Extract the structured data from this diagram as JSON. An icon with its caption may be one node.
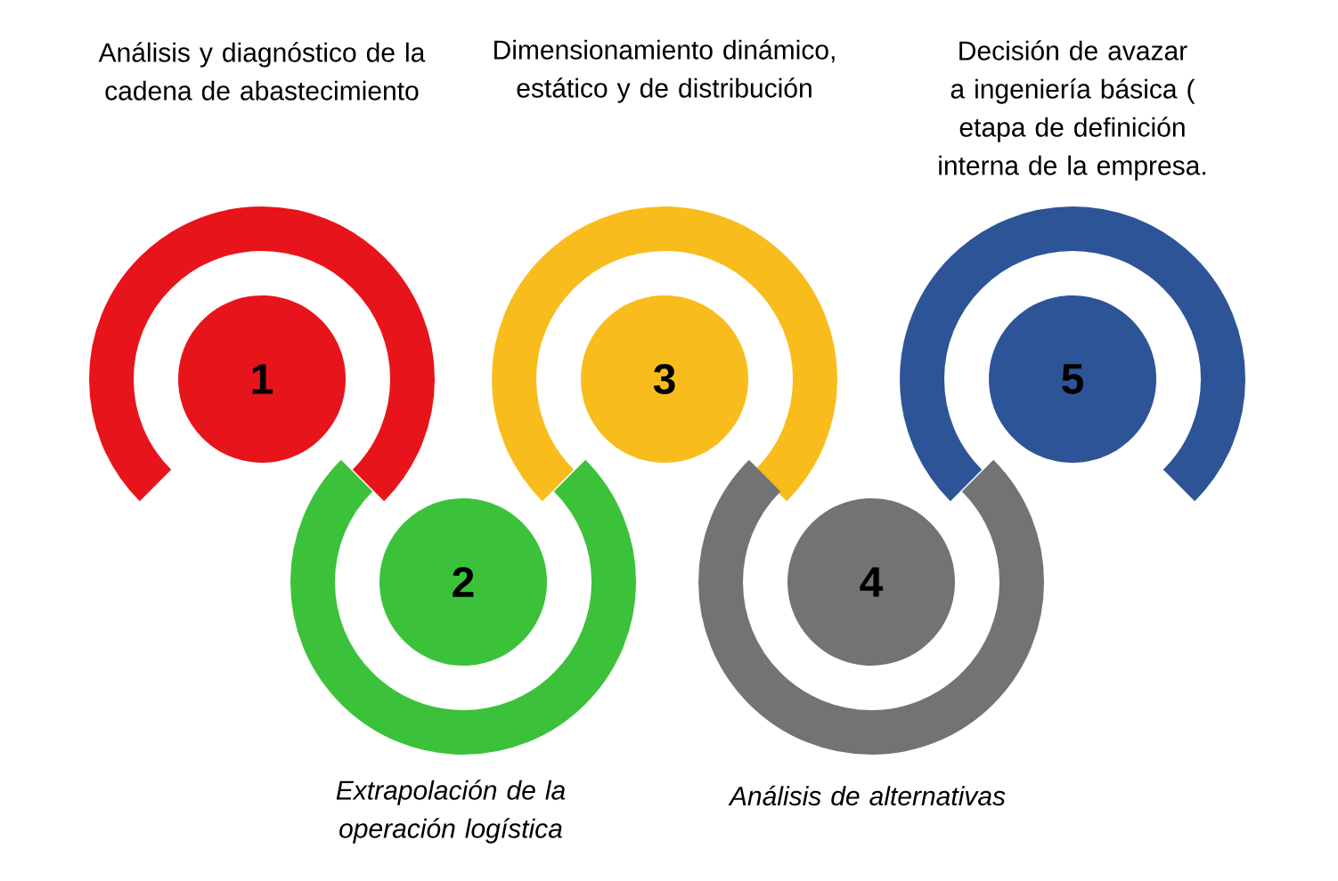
{
  "diagram": {
    "nodes": [
      {
        "text": [
          "1"
        ]
      },
      {
        "text": [
          "2"
        ]
      },
      {
        "text": [
          "3"
        ]
      },
      {
        "text": [
          "4"
        ]
      },
      {
        "text": [
          "5"
        ]
      }
    ],
    "labels": [
      "Análisis y diagnóstico de la cadena de abastecimiento",
      "Dimensionamiento dinámico, estático y de distribución",
      "Decisión de avazar a ingeniería básica ( etapa de definición interna de la empresa.",
      "Extrapolación de la operación logística",
      "Análisis de alternativas"
    ]
  }
}
